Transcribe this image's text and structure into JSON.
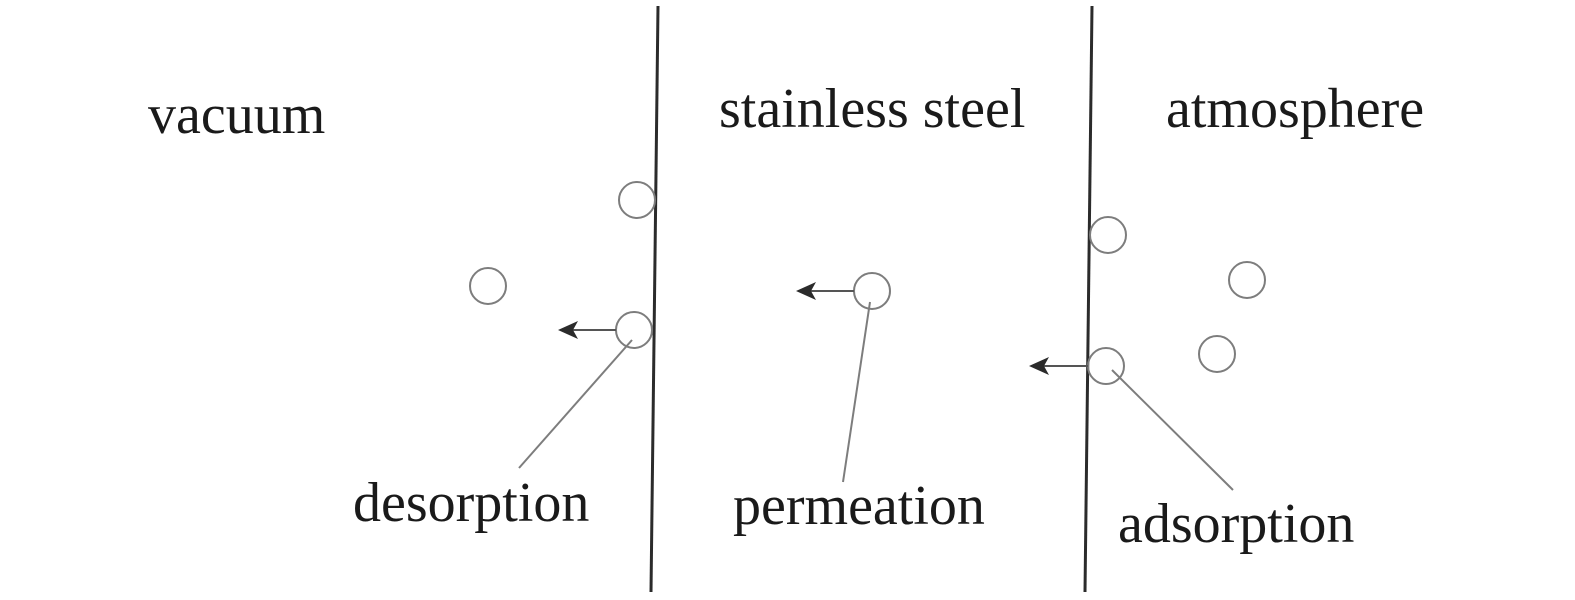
{
  "regions": {
    "left": "vacuum",
    "middle": "stainless steel",
    "right": "atmosphere"
  },
  "processes": {
    "desorption": "desorption",
    "permeation": "permeation",
    "adsorption": "adsorption"
  },
  "colors": {
    "wall": "#2b2b2b",
    "particle": "#7d7d7d",
    "text": "#1a1a1a"
  }
}
